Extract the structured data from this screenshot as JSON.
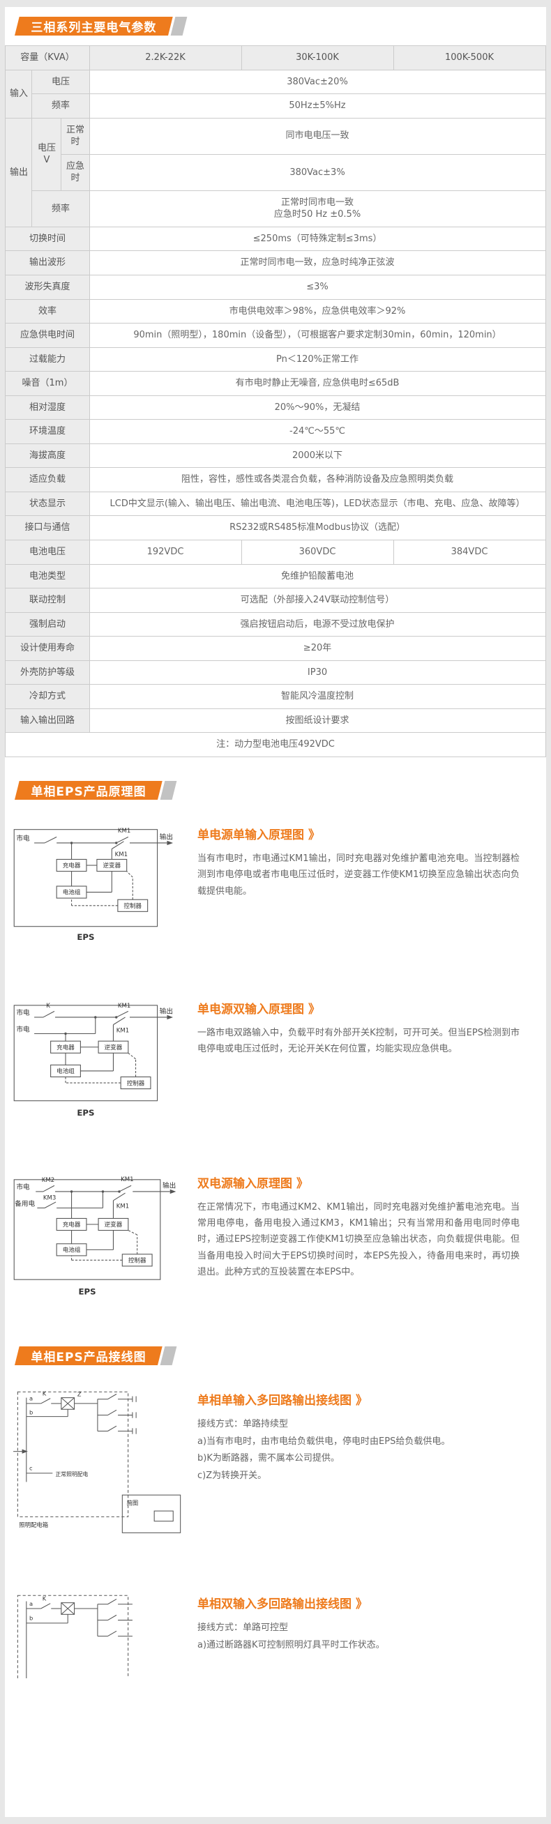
{
  "banners": {
    "params": "三相系列主要电气参数",
    "principle": "单相EPS产品原理图",
    "wiring": "单相EPS产品接线图"
  },
  "table": {
    "capacity": {
      "label": "容量（KVA）",
      "v1": "2.2K-22K",
      "v2": "30K-100K",
      "v3": "100K-500K"
    },
    "input": {
      "group": "输入",
      "rows": [
        {
          "label": "电压",
          "value": "380Vac±20%"
        },
        {
          "label": "频率",
          "value": "50Hz±5%Hz"
        }
      ]
    },
    "output": {
      "group": "输出",
      "voltage_label": "电压V",
      "normal_label": "正常时",
      "normal_value": "同市电电压一致",
      "emergency_label": "应急时",
      "emergency_value": "380Vac±3%",
      "freq_label": "频率",
      "freq_value": "正常时同市电一致\n应急时50 Hz ±0.5%"
    },
    "rows1": [
      {
        "label": "切换时间",
        "value": "≤250ms（可特殊定制≤3ms）"
      },
      {
        "label": "输出波形",
        "value": "正常时同市电一致，应急时纯净正弦波"
      },
      {
        "label": "波形失真度",
        "value": "≤3%"
      },
      {
        "label": "效率",
        "value": "市电供电效率＞98%，应急供电效率＞92%"
      },
      {
        "label": "应急供电时间",
        "value": "90min（照明型），180min（设备型），（可根据客户要求定制30min，60min，120min）"
      },
      {
        "label": "过载能力",
        "value": "Pn＜120%正常工作"
      },
      {
        "label": "噪音（1m）",
        "value": "有市电时静止无噪音, 应急供电时≤65dB"
      },
      {
        "label": "相对湿度",
        "value": "20%～90%，无凝结"
      },
      {
        "label": "环境温度",
        "value": "-24℃～55℃"
      },
      {
        "label": "海拔高度",
        "value": "2000米以下"
      },
      {
        "label": "适应负载",
        "value": "阻性，容性，感性或各类混合负载，各种消防设备及应急照明类负载"
      },
      {
        "label": "状态显示",
        "value": "LCD中文显示(输入、输出电压、输出电流、电池电压等)，LED状态显示（市电、充电、应急、故障等）"
      },
      {
        "label": "接口与通信",
        "value": "RS232或RS485标准Modbus协议（选配）"
      }
    ],
    "battery": {
      "label": "电池电压",
      "v1": "192VDC",
      "v2": "360VDC",
      "v3": "384VDC"
    },
    "rows2": [
      {
        "label": "电池类型",
        "value": "免维护铅酸蓄电池"
      },
      {
        "label": "联动控制",
        "value": "可选配（外部接入24V联动控制信号）"
      },
      {
        "label": "强制启动",
        "value": "强启按钮启动后，电源不受过放电保护"
      },
      {
        "label": "设计使用寿命",
        "value": "≥20年"
      },
      {
        "label": "外壳防护等级",
        "value": "IP30"
      },
      {
        "label": "冷却方式",
        "value": "智能风冷温度控制"
      },
      {
        "label": "输入输出回路",
        "value": "按图纸设计要求"
      }
    ],
    "note": "注：动力型电池电压492VDC"
  },
  "principle": {
    "items": [
      {
        "title": "单电源单输入原理图",
        "arrow": "》",
        "body": "当有市电时，市电通过KM1输出，同时充电器对免维护蓄电池充电。当控制器检测到市电停电或者市电电压过低时，逆变器工作使KM1切换至应急输出状态向负载提供电能。",
        "labels": {
          "in1": "市电",
          "km_top": "KM1",
          "km_mid": "KM1",
          "charger": "充电器",
          "inverter": "逆变器",
          "battery": "电池组",
          "controller": "控制器",
          "out": "输出",
          "caption": "EPS"
        }
      },
      {
        "title": "单电源双输入原理图",
        "arrow": "》",
        "body": "一路市电双路输入中，负载平时有外部开关K控制，可开可关。但当EPS检测到市电停电或电压过低时，无论开关K在何位置，均能实现应急供电。",
        "labels": {
          "in1": "市电",
          "in2": "市电",
          "k": "K",
          "km_top": "KM1",
          "km_mid": "KM1",
          "charger": "充电器",
          "inverter": "逆变器",
          "battery": "电池组",
          "controller": "控制器",
          "out": "输出",
          "caption": "EPS"
        }
      },
      {
        "title": "双电源输入原理图",
        "arrow": "》",
        "body": "在正常情况下，市电通过KM2、KM1输出，同时充电器对免维护蓄电池充电。当常用电停电，备用电投入通过KM3，KM1输出；只有当常用和备用电同时停电时，通过EPS控制逆变器工作使KM1切换至应急输出状态，向负载提供电能。但当备用电投入时间大于EPS切换时间时，本EPS先投入，待备用电来时，再切换退出。此种方式的互投装置在本EPS中。",
        "labels": {
          "in1": "市电",
          "in2": "备用电",
          "km2": "KM2",
          "km3": "KM3",
          "km_top": "KM1",
          "km_mid": "KM1",
          "charger": "充电器",
          "inverter": "逆变器",
          "battery": "电池组",
          "controller": "控制器",
          "out": "输出",
          "caption": "EPS"
        }
      }
    ]
  },
  "wiring": {
    "items": [
      {
        "title": "单相单输入多回路输出接线图",
        "arrow": "》",
        "lines": [
          "接线方式：单路持续型",
          "a)当有市电时，由市电给负载供电，停电时由EPS给负载供电。",
          "b)K为断路器，需不属本公司提供。",
          "c)Z为转换开关。"
        ],
        "labels": {
          "a": "a",
          "b": "b",
          "c": "c",
          "k": "K",
          "z": "Z",
          "box": "照明配电箱",
          "normal": "正常照明配电",
          "mini": "简图"
        }
      },
      {
        "title": "单相双输入多回路输出接线图",
        "arrow": "》",
        "lines": [
          "接线方式：单路可控型",
          "a)通过断路器K可控制照明灯具平时工作状态。"
        ],
        "labels": {
          "a": "a",
          "b": "b",
          "k": "K"
        }
      }
    ]
  }
}
